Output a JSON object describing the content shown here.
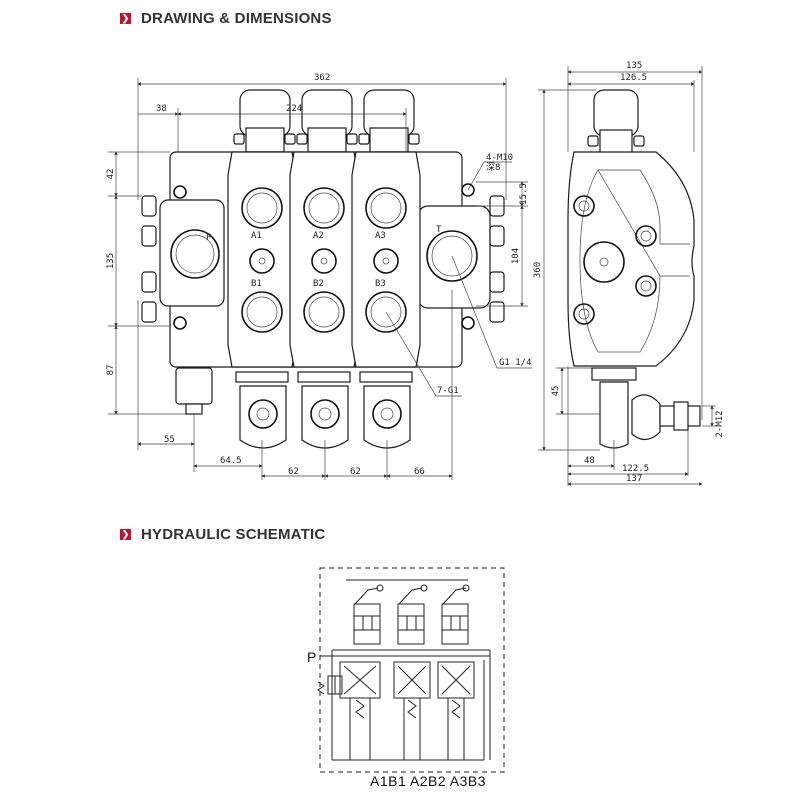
{
  "sections": {
    "drawing_title": "DRAWING & DIMENSIONS",
    "schematic_title": "HYDRAULIC SCHEMATIC",
    "marker_glyph": "❯"
  },
  "front_view": {
    "dims": {
      "overall_width": "362",
      "offset_left": "38",
      "span_224": "224",
      "top_height": "42",
      "mid_height": "135",
      "bottom_height": "87",
      "d55": "55",
      "d64_5": "64.5",
      "pitch1": "62",
      "pitch2": "62",
      "d66": "66",
      "d15_5": "15.5",
      "d104": "104"
    },
    "labels": {
      "port_p": "P",
      "port_t": "T",
      "a1": "A1",
      "a2": "A2",
      "a3": "A3",
      "b1": "B1",
      "b2": "B2",
      "b3": "B3",
      "mount_thread": "4-M10",
      "mount_depth": "深8",
      "g14": "G1 1/4",
      "g7": "7-G1"
    }
  },
  "side_view": {
    "dims": {
      "w135": "135",
      "w126_5": "126.5",
      "h360": "360",
      "h45": "45",
      "d48": "48",
      "d122_5": "122.5",
      "d137": "137",
      "m12": "2-M12"
    }
  },
  "schematic": {
    "port_p": "P",
    "port_labels": "A1B1 A2B2 A3B3"
  },
  "colors": {
    "accent": "#c8102e",
    "ink": "#1a1a1a"
  }
}
